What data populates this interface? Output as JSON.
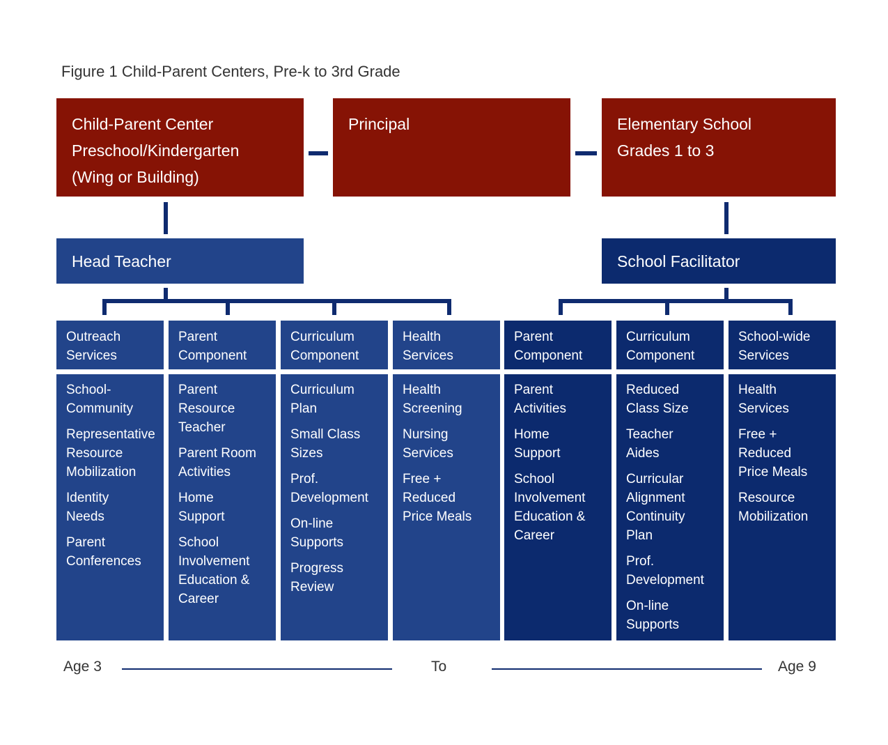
{
  "caption": "Figure 1 Child-Parent Centers, Pre-k to 3rd Grade",
  "top": {
    "cpc": [
      "Child-Parent Center",
      "Preschool/Kindergarten",
      "(Wing or Building)"
    ],
    "principal": [
      "Principal"
    ],
    "elementary": [
      "Elementary School",
      "Grades 1 to 3"
    ]
  },
  "roles": {
    "head_teacher": "Head Teacher",
    "school_facilitator": "School Facilitator"
  },
  "columns": [
    {
      "title": [
        "Outreach",
        "Services"
      ],
      "items": [
        [
          "School-",
          "Community"
        ],
        [
          "Representative",
          "Resource",
          "Mobilization"
        ],
        [
          "Identity",
          "Needs"
        ],
        [
          "Parent",
          "Conferences"
        ]
      ]
    },
    {
      "title": [
        "Parent",
        "Component"
      ],
      "items": [
        [
          "Parent",
          "Resource",
          "Teacher"
        ],
        [
          "Parent Room",
          "Activities"
        ],
        [
          "Home",
          "Support"
        ],
        [
          "School",
          "Involvement",
          "Education &",
          "Career"
        ]
      ]
    },
    {
      "title": [
        "Curriculum",
        "Component"
      ],
      "items": [
        [
          "Curriculum",
          "Plan"
        ],
        [
          "Small Class",
          "Sizes"
        ],
        [
          "Prof.",
          "Development"
        ],
        [
          "On-line",
          "Supports"
        ],
        [
          "Progress",
          "Review"
        ]
      ]
    },
    {
      "title": [
        "Health",
        "Services"
      ],
      "items": [
        [
          "Health",
          "Screening"
        ],
        [
          "Nursing",
          "Services"
        ],
        [
          "Free +",
          "Reduced",
          "Price Meals"
        ]
      ]
    },
    {
      "title": [
        "Parent",
        "Component"
      ],
      "items": [
        [
          "Parent",
          "Activities"
        ],
        [
          "Home",
          "Support"
        ],
        [
          "School",
          "Involvement",
          "Education &",
          "Career"
        ]
      ]
    },
    {
      "title": [
        "Curriculum",
        "Component"
      ],
      "items": [
        [
          "Reduced",
          "Class Size"
        ],
        [
          "Teacher",
          "Aides"
        ],
        [
          "Curricular",
          "Alignment",
          "Continuity",
          "Plan"
        ],
        [
          "Prof.",
          "Development"
        ],
        [
          "On-line",
          "Supports"
        ]
      ]
    },
    {
      "title": [
        "School-wide",
        "Services"
      ],
      "items": [
        [
          "Health",
          "Services"
        ],
        [
          "Free +",
          "Reduced",
          "Price Meals"
        ],
        [
          "Resource",
          "Mobilization"
        ]
      ]
    }
  ],
  "age_axis": {
    "start": "Age 3",
    "middle": "To",
    "end": "Age 9"
  },
  "colors": {
    "red": "#861305",
    "blue_left": "#22448a",
    "blue_right": "#0c2a6e",
    "connector": "#0f2b6f"
  }
}
